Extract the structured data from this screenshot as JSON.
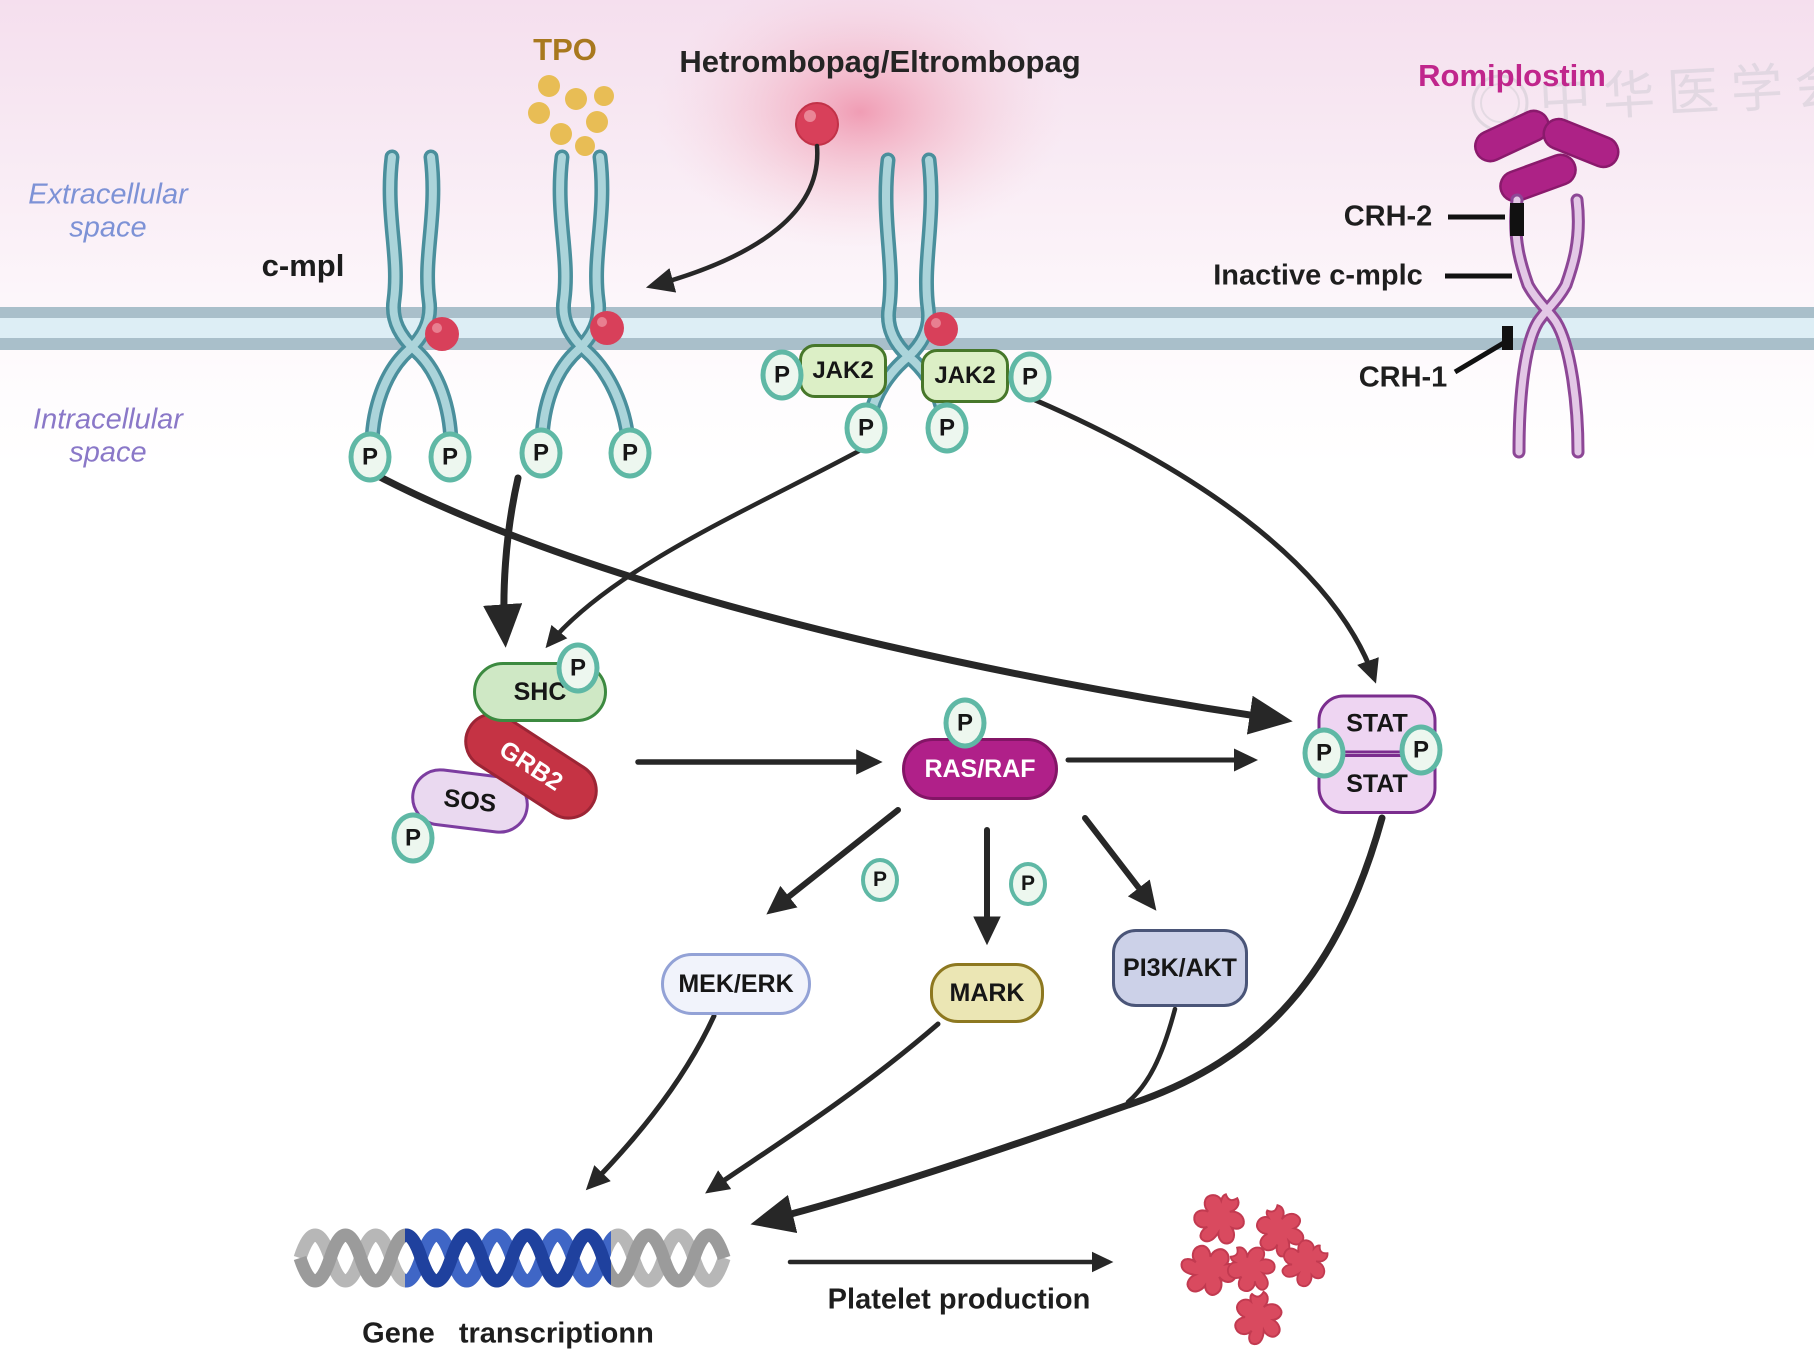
{
  "labels": {
    "p": "P",
    "tpo": "TPO",
    "hetrombopag": "Hetrombopag/Eltrombopag",
    "romiplostim": "Romiplostim",
    "c_mpl": "c-mpl",
    "crh2": "CRH-2",
    "inactive_cmplc": "Inactive c-mplc",
    "crh1": "CRH-1",
    "extracellular_line1": "Extracellular",
    "extracellular_line2": "space",
    "intracellular_line1": "Intracellular",
    "intracellular_line2": "space",
    "gene_transcription": "Gene   transcriptionn",
    "platelet_production": "Platelet production",
    "watermark": "中华医学会"
  },
  "proteins": {
    "jak2": "JAK2",
    "shc": "SHC",
    "grb2": "GRB2",
    "sos": "SOS",
    "ras_raf": "RAS/RAF",
    "stat": "STAT",
    "mek_erk": "MEK/ERK",
    "mark": "MARK",
    "pi3k_akt": "PI3K/AKT"
  },
  "colors": {
    "background_pink": "#f5dfee",
    "membrane_band": "#a9bfca",
    "membrane_inner": "#ddeef5",
    "receptor_teal_fill": "#abd4da",
    "receptor_teal_outline": "#4a8f9c",
    "receptor_purple_fill": "#e3c8e6",
    "receptor_purple_outline": "#8d4796",
    "tpo_dot": "#e8bd55",
    "tpo_text": "#a8781e",
    "ligand_red": "#d8405a",
    "glow_pink": "#ef7f9a",
    "romiplostim_pill": "#ad2286",
    "romiplostim_text": "#c0268c",
    "jak2_fill": "#dcefc6",
    "jak2_border": "#47772a",
    "p_chip_fill": "#edf7ef",
    "p_chip_border": "#5fb8a5",
    "shc_fill": "#cfe8c5",
    "shc_border": "#3c8a40",
    "grb2_fill": "#c53344",
    "sos_fill": "#ead9f0",
    "sos_border": "#7c3da0",
    "ras_raf_fill": "#b02089",
    "stat_fill": "#eed5f2",
    "stat_border": "#7b2d8e",
    "mek_erk_fill": "#f1f3fb",
    "mek_erk_border": "#93a2d6",
    "mark_fill": "#ebe6b4",
    "mark_border": "#8d7820",
    "pi3k_fill": "#ccd1e8",
    "pi3k_border": "#4a5578",
    "dna_gray": "#b7b7b7",
    "dna_blue_dark": "#1f419e",
    "dna_blue": "#3f66c6",
    "platelet_red": "#d94a5f",
    "arrow": "#272727",
    "extracellular_text": "#7d92d6",
    "intracellular_text": "#8a78c8"
  }
}
